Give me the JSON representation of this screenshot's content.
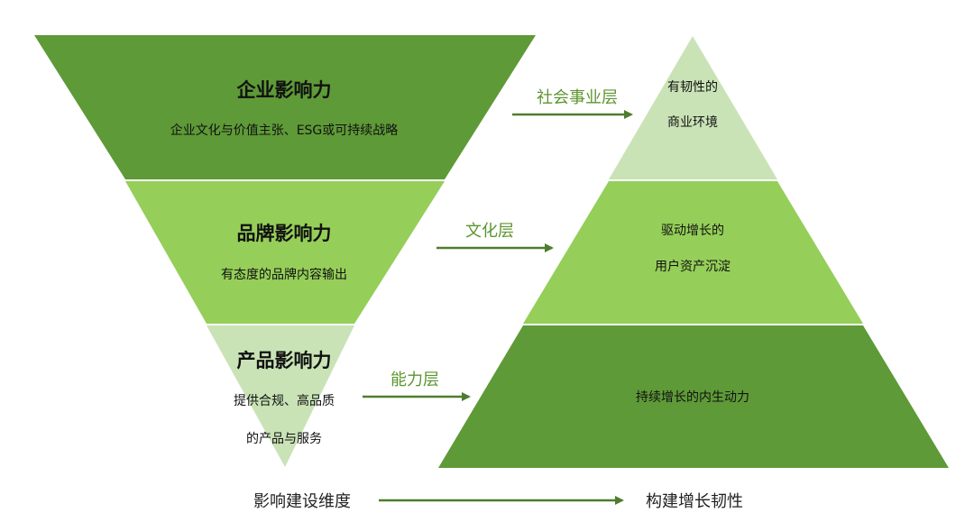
{
  "colors": {
    "dark_green": "#5e9a37",
    "mid_green": "#95ce59",
    "light_green": "#c9e3b6",
    "arrow": "#4f7d2f",
    "layer_text": "#5d9630"
  },
  "inverted_triangle": {
    "top": {
      "title": "企业影响力",
      "subtitle": "企业文化与价值主张、ESG或可持续战略"
    },
    "middle": {
      "title": "品牌影响力",
      "subtitle": "有态度的品牌内容输出"
    },
    "bottom": {
      "title": "产品影响力",
      "subtitle_line1": "提供合规、高品质",
      "subtitle_line2": "的产品与服务"
    }
  },
  "layers": {
    "society": "社会事业层",
    "culture": "文化层",
    "capability": "能力层"
  },
  "pyramid": {
    "top": {
      "line1": "有韧性的",
      "line2": "商业环境"
    },
    "middle": {
      "line1": "驱动增长的",
      "line2": "用户资产沉淀"
    },
    "bottom": {
      "line1": "持续增长的内生动力"
    }
  },
  "bottom_axis": {
    "left": "影响建设维度",
    "right": "构建增长韧性"
  }
}
